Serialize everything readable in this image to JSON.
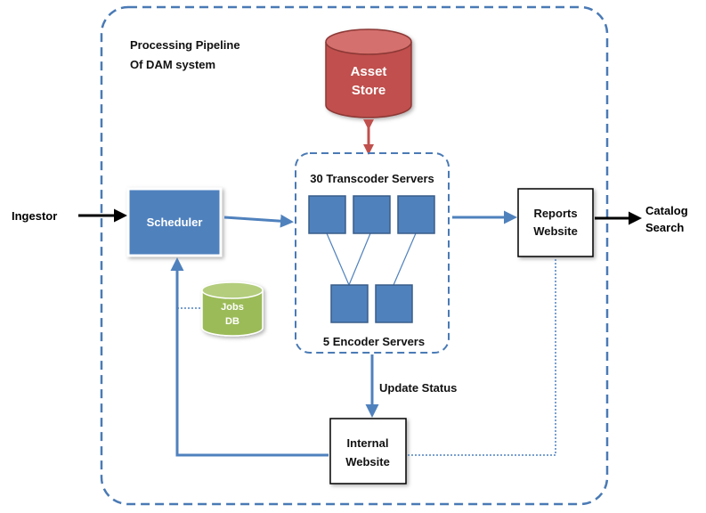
{
  "diagram": {
    "title_line1": "Processing Pipeline",
    "title_line2": "Of DAM system",
    "ingestor": "Ingestor",
    "scheduler": "Scheduler",
    "asset_store_line1": "Asset",
    "asset_store_line2": "Store",
    "transcoder_label": "30 Transcoder  Servers",
    "encoder_label": "5 Encoder Servers",
    "jobs_db_line1": "Jobs",
    "jobs_db_line2": "DB",
    "reports_line1": "Reports",
    "reports_line2": "Website",
    "catalog_line1": "Catalog",
    "catalog_line2": "Search",
    "update_status": "Update Status",
    "internal_line1": "Internal",
    "internal_line2": "Website"
  },
  "colors": {
    "blue": "#4f81bd",
    "blue_dark": "#385d8a",
    "red": "#c0504d",
    "green": "#9bbb59",
    "dashed": "#4a7ab5"
  }
}
